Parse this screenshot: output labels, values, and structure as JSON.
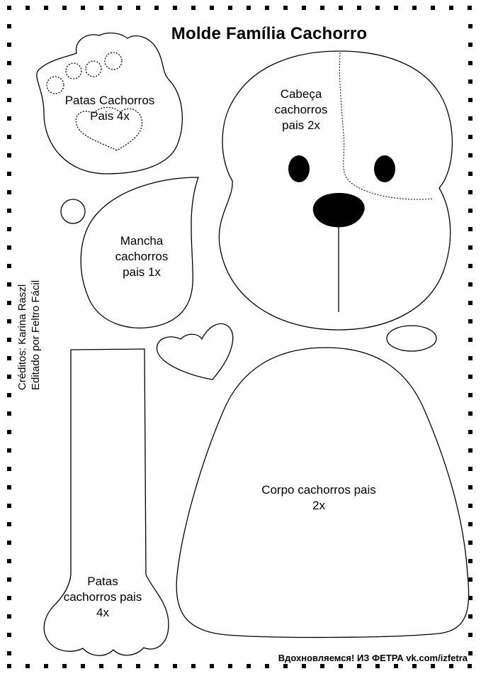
{
  "title": "Molde Família Cachorro",
  "pieces": {
    "paw_print": [
      "Patas Cachorros",
      "Pais 4x"
    ],
    "head": [
      "Cabeça",
      "cachorros",
      "pais 2x"
    ],
    "spot": [
      "Mancha",
      "cachorros",
      "pais 1x"
    ],
    "body": [
      "Corpo cachorros pais",
      "2x"
    ],
    "leg": [
      "Patas",
      "cachorros pais",
      "4x"
    ]
  },
  "credits": [
    "Créditos: Karina Raszl",
    "Editado por Feltro Fácil"
  ],
  "footer": "Вдохновляемся!  ИЗ ФЕТРА vk.com/izfetra",
  "colors": {
    "ink": "#000000",
    "paper": "#ffffff"
  }
}
